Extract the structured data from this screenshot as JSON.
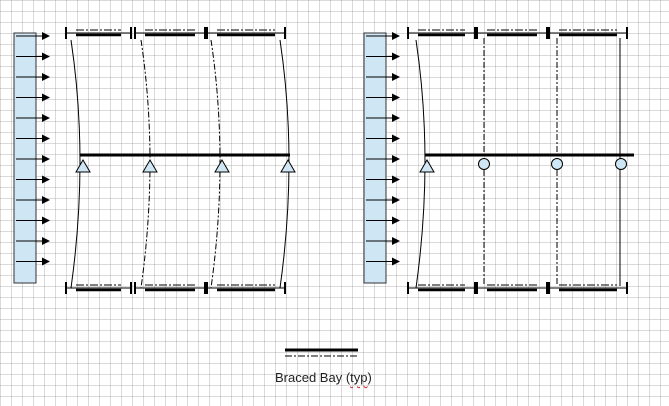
{
  "legend": {
    "label_before": "Braced Bay (",
    "label_flagged": "typ",
    "label_after": ")"
  },
  "colors": {
    "wind_block_fill": "#cfe6f4",
    "line": "#000000",
    "roller_fill": "#cfe6f4"
  },
  "icons": {
    "pin_support": "triangle",
    "roller_support": "circle",
    "load_arrow": "arrowhead",
    "truss_member": "I-beam end caps"
  }
}
